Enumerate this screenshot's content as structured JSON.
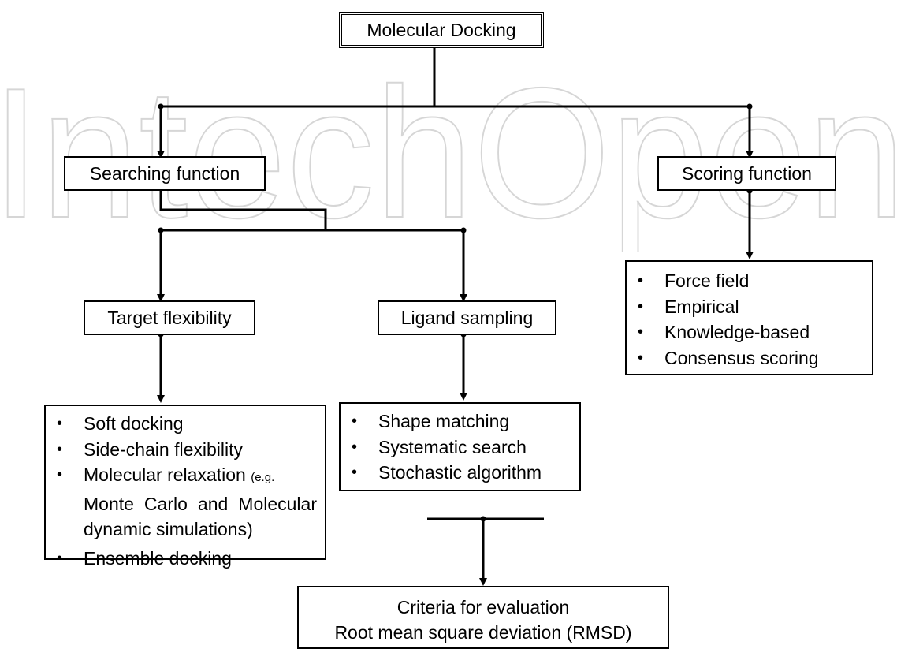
{
  "diagram": {
    "watermark": "IntechOpen",
    "root": "Molecular Docking",
    "searching": "Searching function",
    "scoring": "Scoring function",
    "target": "Target flexibility",
    "ligand": "Ligand sampling",
    "scoring_items": [
      "Force field",
      "Empirical",
      "Knowledge-based",
      "Consensus scoring"
    ],
    "target_items": {
      "soft": "Soft docking",
      "side": "Side-chain flexibility",
      "relax": "Molecular relaxation",
      "relax_note": "(e.g.",
      "relax_sub1": "Monte Carlo and Molecular",
      "relax_sub2": "dynamic simulations)",
      "ensemble": "Ensemble docking"
    },
    "ligand_items": [
      "Shape matching",
      "Systematic search",
      "Stochastic algorithm"
    ],
    "criteria": {
      "line1": "Criteria for evaluation",
      "line2": "Root mean square deviation (RMSD)"
    }
  }
}
